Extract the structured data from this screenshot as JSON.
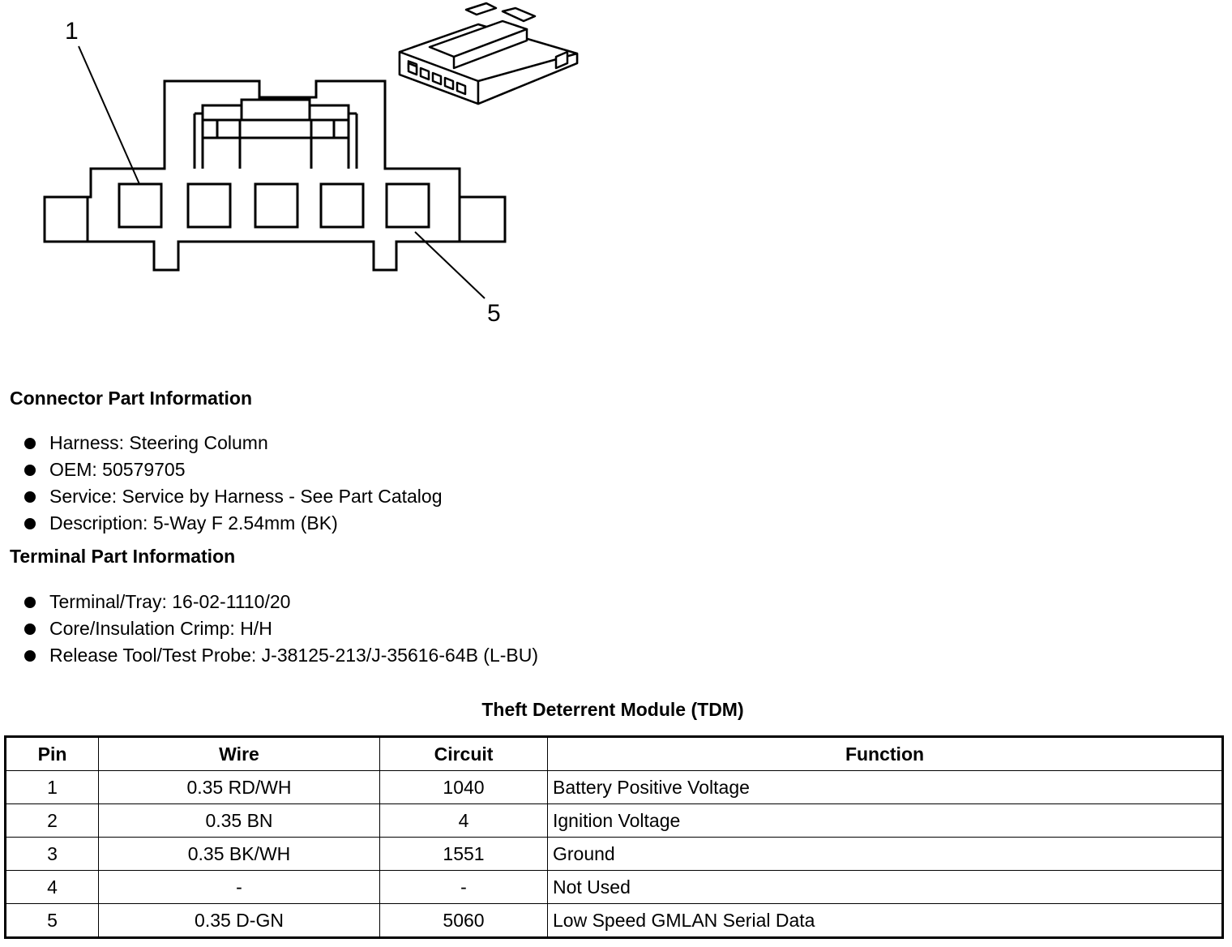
{
  "figure": {
    "callout_first": "1",
    "callout_last": "5"
  },
  "connector_info": {
    "title": "Connector Part Information",
    "items": [
      "Harness: Steering Column",
      "OEM: 50579705",
      "Service: Service by Harness - See Part Catalog",
      "Description: 5-Way F 2.54mm (BK)"
    ]
  },
  "terminal_info": {
    "title": "Terminal Part Information",
    "items": [
      "Terminal/Tray: 16-02-1110/20",
      "Core/Insulation Crimp: H/H",
      "Release Tool/Test Probe: J-38125-213/J-35616-64B (L-BU)"
    ]
  },
  "table": {
    "title": "Theft Deterrent Module (TDM)",
    "headers": [
      "Pin",
      "Wire",
      "Circuit",
      "Function"
    ],
    "rows": [
      [
        "1",
        "0.35 RD/WH",
        "1040",
        "Battery Positive Voltage"
      ],
      [
        "2",
        "0.35 BN",
        "4",
        "Ignition Voltage"
      ],
      [
        "3",
        "0.35 BK/WH",
        "1551",
        "Ground"
      ],
      [
        "4",
        "-",
        "-",
        "Not Used"
      ],
      [
        "5",
        "0.35 D-GN",
        "5060",
        "Low Speed GMLAN Serial Data"
      ]
    ]
  }
}
